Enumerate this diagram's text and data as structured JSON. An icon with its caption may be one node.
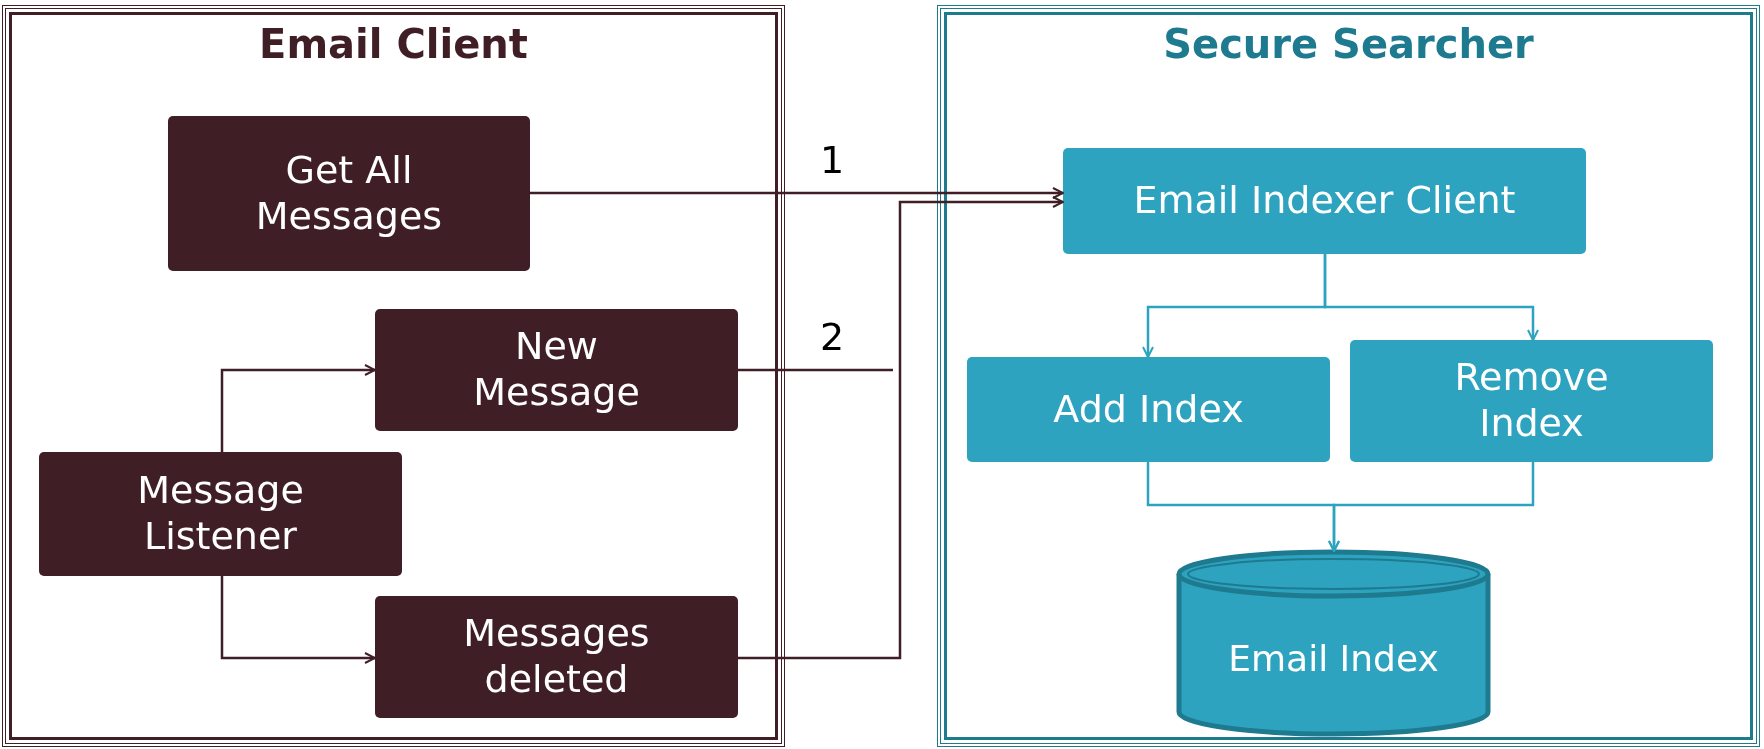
{
  "diagram": {
    "nodes": [
      {
        "text": [
          "Email Client"
        ]
      },
      {
        "text": [
          "Get All Messages"
        ],
        "in": 0
      },
      {
        "text": [
          "New Message"
        ],
        "in": 0
      },
      {
        "text": [
          "Message Listener"
        ],
        "in": 0
      },
      {
        "text": [
          "Messages deleted"
        ],
        "in": 0
      },
      {
        "text": [
          "Secure Searcher"
        ]
      },
      {
        "text": [
          "Email Indexer Client"
        ],
        "in": 5
      },
      {
        "text": [
          "Add Index"
        ],
        "in": 5
      },
      {
        "text": [
          "Remove Index"
        ],
        "in": 5
      },
      {
        "text": [
          "Email Index"
        ],
        "in": 5
      }
    ],
    "edges": [
      {
        "from": 1,
        "to": 6,
        "arrow": "to",
        "label": "1"
      },
      {
        "from": 2,
        "to": null,
        "arrow": "none",
        "label": "2"
      },
      {
        "from": 4,
        "to": 6,
        "arrow": "to"
      },
      {
        "from": 3,
        "to": 2,
        "arrow": "to"
      },
      {
        "from": 3,
        "to": 4,
        "arrow": "to"
      },
      {
        "from": 6,
        "to": 7,
        "arrow": "to",
        "color": "#2ea3bf"
      },
      {
        "from": 6,
        "to": 8,
        "arrow": "to",
        "color": "#2ea3bf"
      },
      {
        "from": 7,
        "to": 9,
        "arrow": "to",
        "color": "#2ea3bf"
      },
      {
        "from": 8,
        "to": 9,
        "arrow": "to",
        "color": "#2ea3bf"
      }
    ]
  }
}
